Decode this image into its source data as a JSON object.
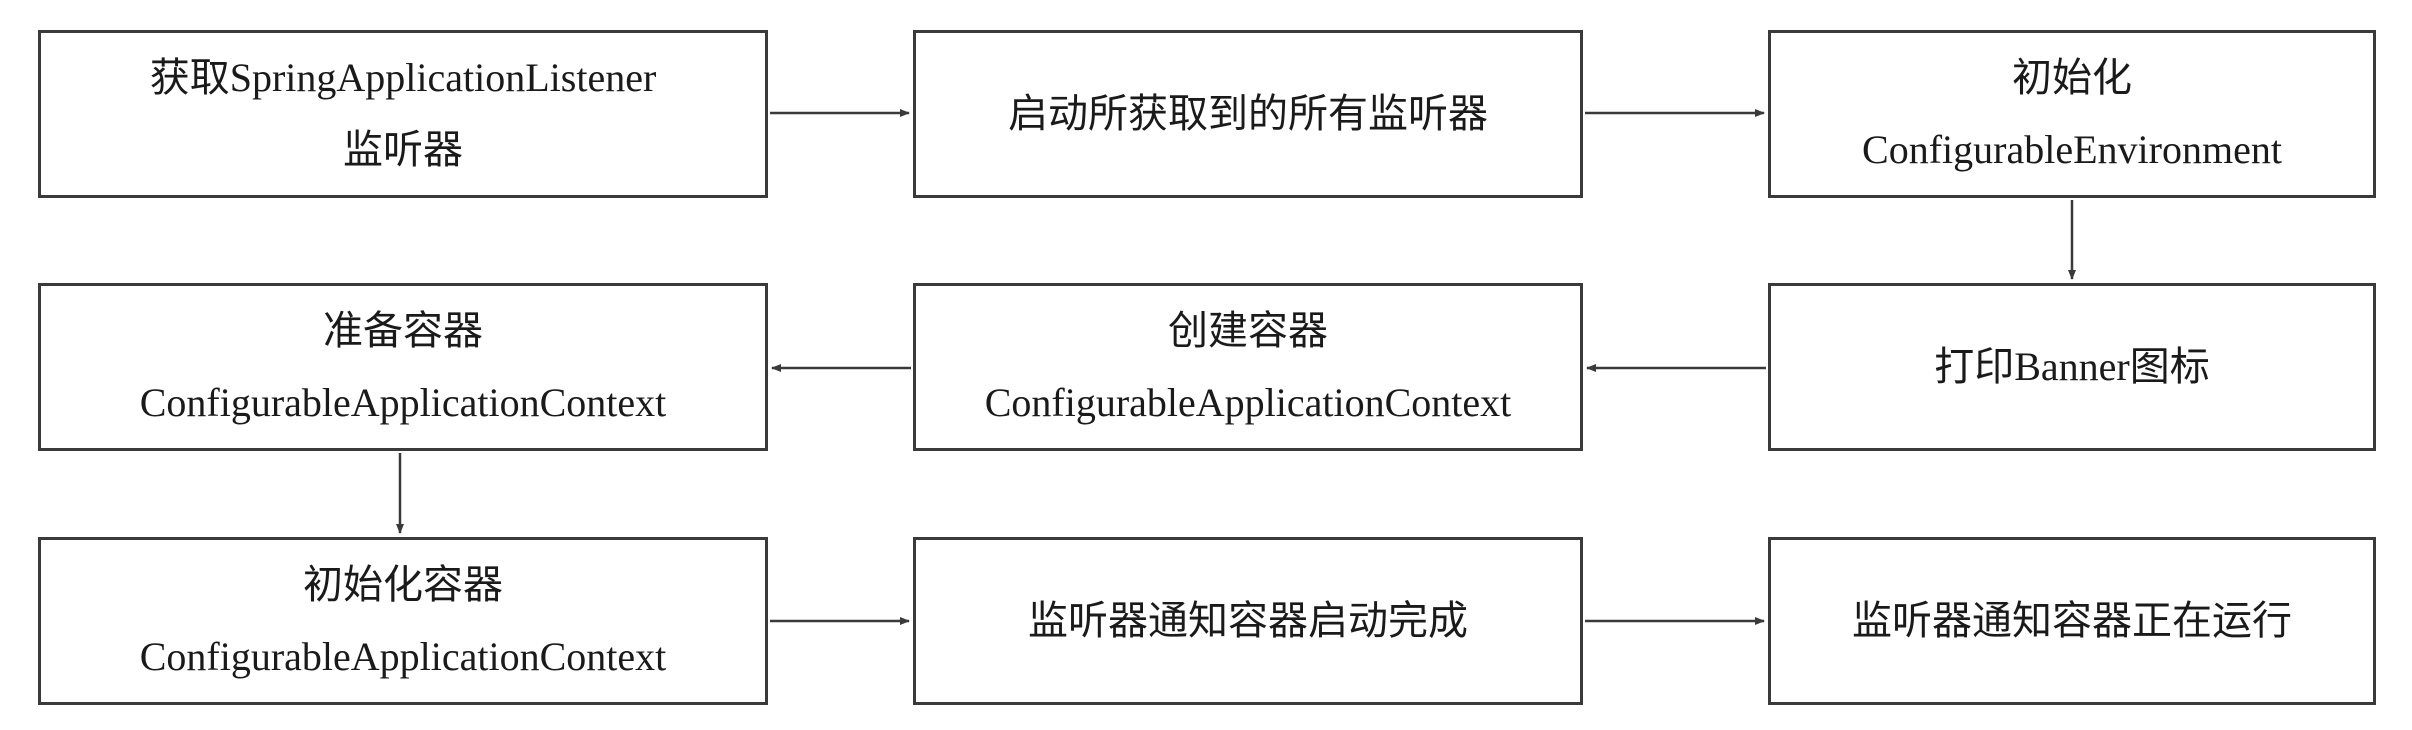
{
  "nodes": {
    "get_listeners": {
      "line1": "获取SpringApplicationListener",
      "line2": "监听器"
    },
    "start_listeners": {
      "line1": "启动所获取到的所有监听器"
    },
    "init_environment": {
      "line1": "初始化",
      "line2": "ConfigurableEnvironment"
    },
    "print_banner": {
      "line1": "打印Banner图标"
    },
    "create_container": {
      "line1": "创建容器",
      "line2": "ConfigurableApplicationContext"
    },
    "prepare_container": {
      "line1": "准备容器",
      "line2": "ConfigurableApplicationContext"
    },
    "init_container": {
      "line1": "初始化容器",
      "line2": "ConfigurableApplicationContext"
    },
    "notify_started": {
      "line1": "监听器通知容器启动完成"
    },
    "notify_running": {
      "line1": "监听器通知容器正在运行"
    }
  },
  "colors": {
    "line": "#3a3a3a",
    "background": "#ffffff",
    "text": "#1a1a1a"
  }
}
